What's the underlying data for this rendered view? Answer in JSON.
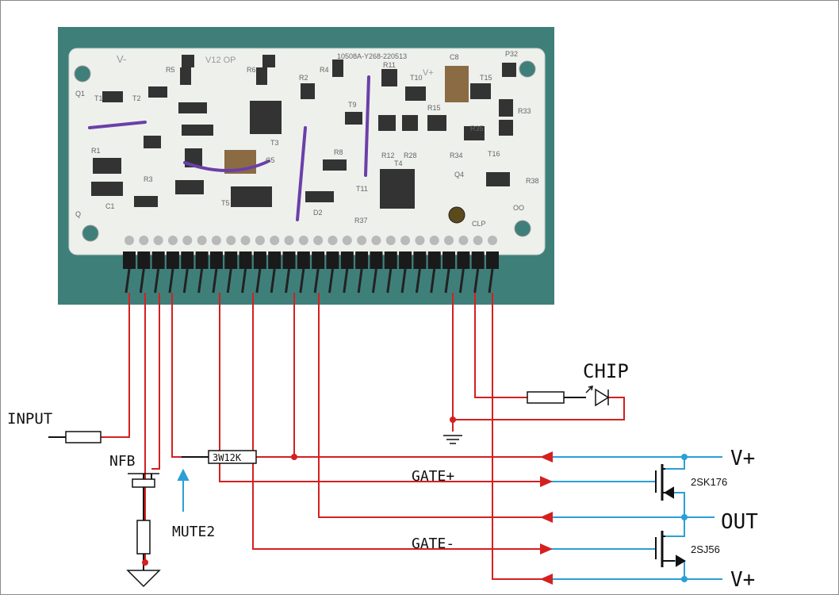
{
  "board": {
    "silkscreen": {
      "title_code": "10508A-Y268-220513",
      "v_minus": "V-",
      "v12_op": "V12 OP",
      "v_plus": "V+",
      "refs": [
        "Q1",
        "T1",
        "T2",
        "R5",
        "R6",
        "R4",
        "R2",
        "R11",
        "C8",
        "P32",
        "T10",
        "T15",
        "T9",
        "R15",
        "R33",
        "T3",
        "R35",
        "R28",
        "R12",
        "R34",
        "T16",
        "R1",
        "C5",
        "R8",
        "T4",
        "R38",
        "R3",
        "T11",
        "C1",
        "T5",
        "D2",
        "R37",
        "Q4",
        "CLP",
        "Q",
        "OO"
      ]
    },
    "pin_count": 26
  },
  "schematic": {
    "labels": {
      "chip": "CHIP",
      "input": "INPUT",
      "nfb": "NFB",
      "resistor_3w": "3W12K",
      "gate_plus": "GATE+",
      "gate_minus": "GATE-",
      "mute2": "MUTE2",
      "vplus_top": "V+",
      "out": "OUT",
      "vplus_bottom": "V+",
      "fet_n": "2SK176",
      "fet_p": "2SJ56"
    },
    "colors": {
      "red_wire": "#d42020",
      "blue_wire": "#2b9fd6",
      "black_wire": "#111111",
      "mute_arrow": "#2b9fd6",
      "pcb_background": "#3f7f7a",
      "pcb_board": "#eef0ec"
    }
  }
}
